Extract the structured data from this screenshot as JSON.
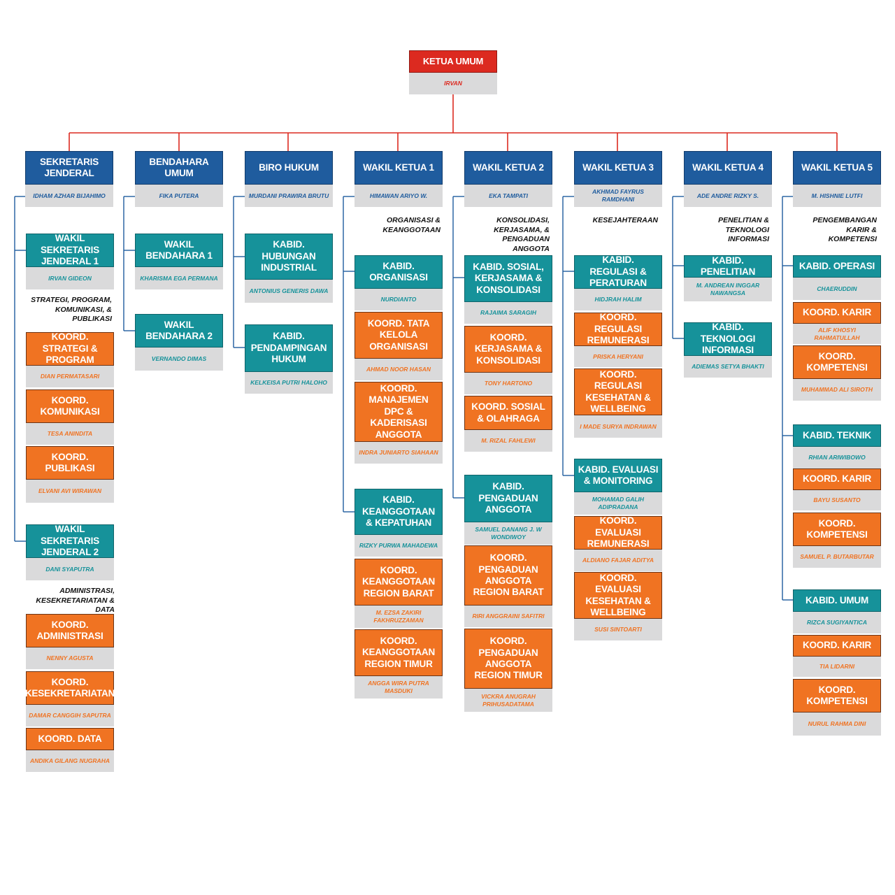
{
  "top": {
    "title": "KETUA UMUM",
    "name": "IRVAN"
  },
  "level2": [
    {
      "title": "SEKRETARIS JENDERAL",
      "name": "IDHAM AZHAR BIJAHIMO"
    },
    {
      "title": "BENDAHARA UMUM",
      "name": "FIKA PUTERA"
    },
    {
      "title": "BIRO HUKUM",
      "name": "MURDANI PRAWIRA BRUTU"
    },
    {
      "title": "WAKIL KETUA 1",
      "name": "HIMAWAN ARIYO W."
    },
    {
      "title": "WAKIL KETUA 2",
      "name": "EKA TAMPATI"
    },
    {
      "title": "WAKIL KETUA 3",
      "name": "AKHMAD FAYRUS RAMDHANI"
    },
    {
      "title": "WAKIL KETUA 4",
      "name": "ADE ANDRE RIZKY S."
    },
    {
      "title": "WAKIL KETUA 5",
      "name": "M. HISHNIE LUTFI"
    }
  ],
  "sections": [
    "STRATEGI, PROGRAM, KOMUNIKASI, & PUBLIKASI",
    "ADMINISTRASI, KESEKRETARIATAN & DATA",
    "ORGANISASI & KEANGGOTAAN",
    "KONSOLIDASI, KERJASAMA, & PENGADUAN ANGGOTA",
    "KESEJAHTERAAN",
    "PENELITIAN & TEKNOLOGI INFORMASI",
    "PENGEMBANGAN KARIR & KOMPETENSI"
  ],
  "units": [
    {
      "title": "WAKIL SEKRETARIS JENDERAL 1",
      "name": "IRVAN GIDEON"
    },
    {
      "title": "KOORD. STRATEGI & PROGRAM",
      "name": "DIAN PERMATASARI"
    },
    {
      "title": "KOORD. KOMUNIKASI",
      "name": "TESA ANINDITA"
    },
    {
      "title": "KOORD. PUBLIKASI",
      "name": "ELVANI AVI WIRAWAN"
    },
    {
      "title": "WAKIL SEKRETARIS JENDERAL 2",
      "name": "DANI SYAPUTRA"
    },
    {
      "title": "KOORD. ADMINISTRASI",
      "name": "NENNY AGUSTA"
    },
    {
      "title": "KOORD. KESEKRETARIATAN",
      "name": "DAMAR CANGGIH SAPUTRA"
    },
    {
      "title": "KOORD. DATA",
      "name": "ANDIKA GILANG NUGRAHA"
    },
    {
      "title": "WAKIL BENDAHARA 1",
      "name": "KHARISMA EGA PERMANA"
    },
    {
      "title": "WAKIL BENDAHARA 2",
      "name": "VERNANDO DIMAS"
    },
    {
      "title": "KABID. HUBUNGAN INDUSTRIAL",
      "name": "ANTONIUS GENERIS DAWA"
    },
    {
      "title": "KABID. PENDAMPINGAN HUKUM",
      "name": "KELKEISA PUTRI HALOHO"
    },
    {
      "title": "KABID. ORGANISASI",
      "name": "NURDIANTO"
    },
    {
      "title": "KOORD. TATA KELOLA ORGANISASI",
      "name": "AHMAD NOOR HASAN"
    },
    {
      "title": "KOORD. MANAJEMEN DPC & KADERISASI ANGGOTA",
      "name": "INDRA JUNIARTO SIAHAAN"
    },
    {
      "title": "KABID. KEANGGOTAAN & KEPATUHAN",
      "name": "RIZKY PURWA MAHADEWA"
    },
    {
      "title": "KOORD. KEANGGOTAAN REGION BARAT",
      "name": "M. EZSA ZAKIRI FAKHRUZZAMAN"
    },
    {
      "title": "KOORD. KEANGGOTAAN REGION TIMUR",
      "name": "ANGGA WIRA PUTRA MASDUKI"
    },
    {
      "title": "KABID. SOSIAL, KERJASAMA & KONSOLIDASI",
      "name": "RAJAIMA SARAGIH"
    },
    {
      "title": "KOORD. KERJASAMA & KONSOLIDASI",
      "name": "TONY HARTONO"
    },
    {
      "title": "KOORD. SOSIAL & OLAHRAGA",
      "name": "M. RIZAL FAHLEWI"
    },
    {
      "title": "KABID. PENGADUAN ANGGOTA",
      "name": "SAMUEL DANANG J. W WONDIWOY"
    },
    {
      "title": "KOORD. PENGADUAN ANGGOTA REGION BARAT",
      "name": "RIRI ANGGRAINI SAFITRI"
    },
    {
      "title": "KOORD. PENGADUAN ANGGOTA REGION TIMUR",
      "name": "VICKRA ANUGRAH PRIHUSADATAMA"
    },
    {
      "title": "KABID. REGULASI & PERATURAN",
      "name": "HIDJRAH HALIM"
    },
    {
      "title": "KOORD. REGULASI REMUNERASI",
      "name": "PRISKA HERYANI"
    },
    {
      "title": "KOORD. REGULASI KESEHATAN & WELLBEING",
      "name": "I MADE SURYA INDRAWAN"
    },
    {
      "title": "KABID. EVALUASI & MONITORING",
      "name": "MOHAMAD GALIH ADIPRADANA"
    },
    {
      "title": "KOORD. EVALUASI REMUNERASI",
      "name": "ALDIANO FAJAR ADITYA"
    },
    {
      "title": "KOORD. EVALUASI KESEHATAN & WELLBEING",
      "name": "SUSI SINTOARTI"
    },
    {
      "title": "KABID. PENELITIAN",
      "name": "M. ANDREAN INGGAR NAWANGSA"
    },
    {
      "title": "KABID. TEKNOLOGI INFORMASI",
      "name": "ADIEMAS SETYA BHAKTI"
    },
    {
      "title": "KABID. OPERASI",
      "name": "CHAERUDDIN"
    },
    {
      "title": "KOORD. KARIR",
      "name": "ALIF KHOSYI RAHMATULLAH"
    },
    {
      "title": "KOORD. KOMPETENSI",
      "name": "MUHAMMAD ALI SIROTH"
    },
    {
      "title": "KABID. TEKNIK",
      "name": "RHIAN ARIWIBOWO"
    },
    {
      "title": "KOORD. KARIR",
      "name": "BAYU SUSANTO"
    },
    {
      "title": "KOORD. KOMPETENSI",
      "name": "SAMUEL P. BUTARBUTAR"
    },
    {
      "title": "KABID. UMUM",
      "name": "RIZCA SUGIYANTICA"
    },
    {
      "title": "KOORD. KARIR",
      "name": "TIA LIDARNI"
    },
    {
      "title": "KOORD. KOMPETENSI",
      "name": "NURUL RAHMA DINI"
    }
  ],
  "colors": {
    "ketua": "#dc2a20",
    "wakil": "#1f5c9e",
    "kabid": "#16929a",
    "koord": "#f07322",
    "name_bg": "#dadadb",
    "connector_top": "#dc2a20",
    "connector_sub": "#1f5c9e"
  }
}
